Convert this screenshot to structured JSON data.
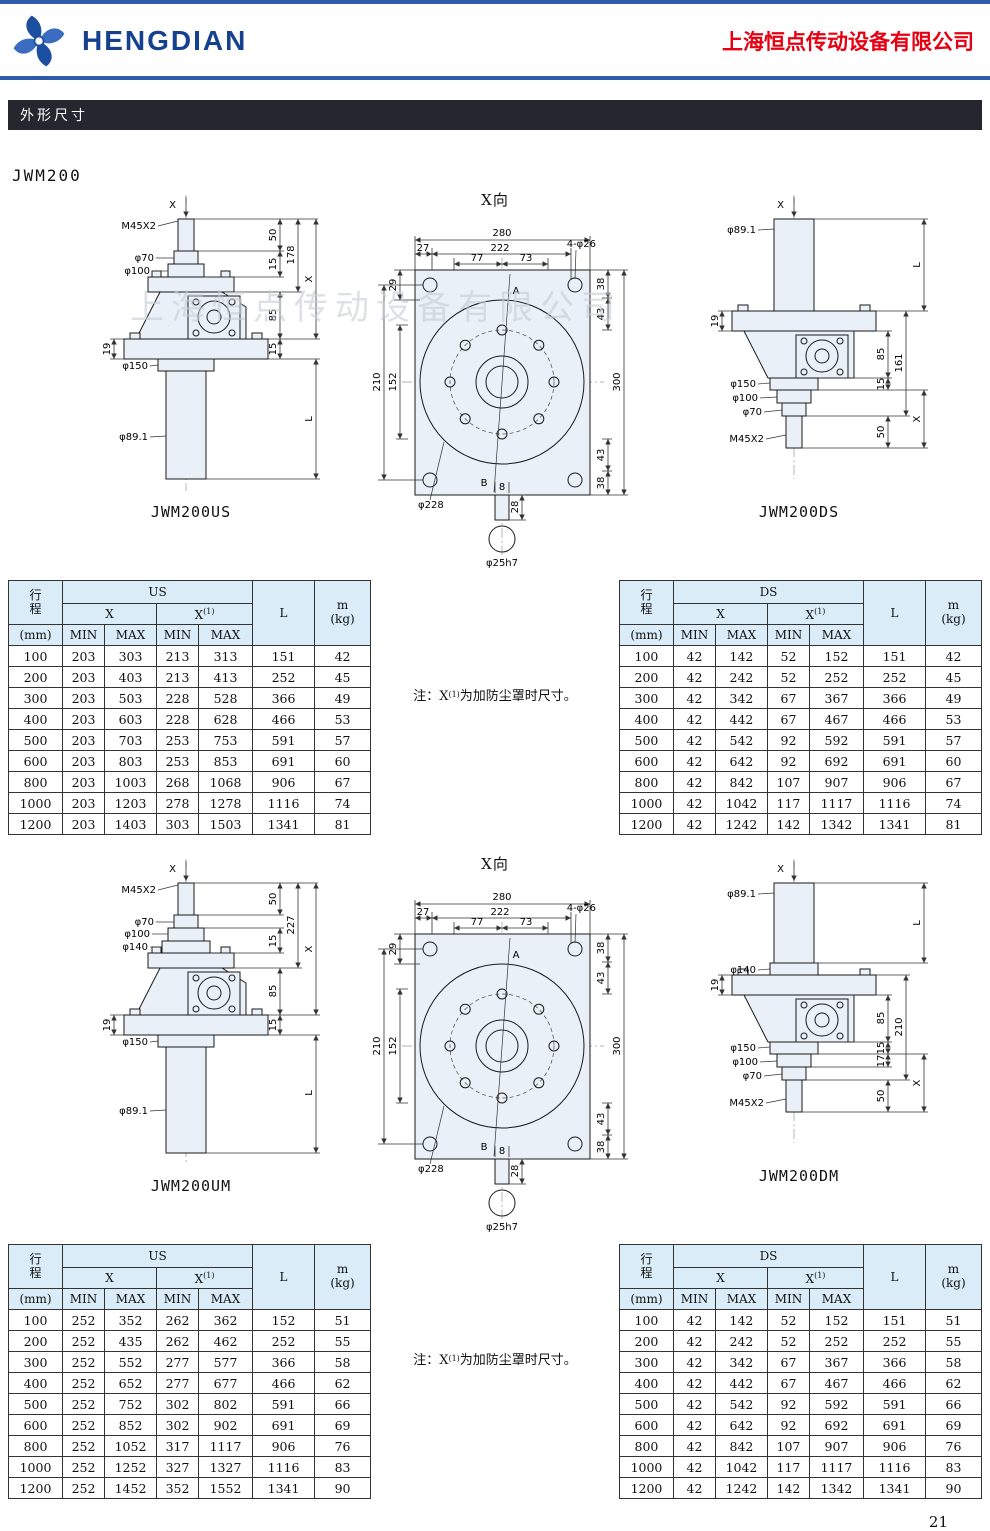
{
  "header": {
    "brand": "HENGDIAN",
    "company": "上海恒点传动设备有限公司"
  },
  "section_title": "外形尺寸",
  "model": "JWM200",
  "watermark": "上海恒点传动设备有限公司",
  "page_number": "21",
  "note": {
    "p1": "注：X",
    "sup": "(1)",
    "p2": "为加防尘罩时尺寸。"
  },
  "table_head": {
    "stroke": "行\n程",
    "unit": "(mm)",
    "us": "US",
    "ds": "DS",
    "x": "X",
    "x1_base": "X",
    "x1_sup": "(1)",
    "min": "MIN",
    "max": "MAX",
    "L": "L",
    "m": "m\n(kg)"
  },
  "tables": {
    "us1": [
      [
        100,
        203,
        303,
        213,
        313,
        151,
        42
      ],
      [
        200,
        203,
        403,
        213,
        413,
        252,
        45
      ],
      [
        300,
        203,
        503,
        228,
        528,
        366,
        49
      ],
      [
        400,
        203,
        603,
        228,
        628,
        466,
        53
      ],
      [
        500,
        203,
        703,
        253,
        753,
        591,
        57
      ],
      [
        600,
        203,
        803,
        253,
        853,
        691,
        60
      ],
      [
        800,
        203,
        1003,
        268,
        1068,
        906,
        67
      ],
      [
        1000,
        203,
        1203,
        278,
        1278,
        1116,
        74
      ],
      [
        1200,
        203,
        1403,
        303,
        1503,
        1341,
        81
      ]
    ],
    "ds1": [
      [
        100,
        42,
        142,
        52,
        152,
        151,
        42
      ],
      [
        200,
        42,
        242,
        52,
        252,
        252,
        45
      ],
      [
        300,
        42,
        342,
        67,
        367,
        366,
        49
      ],
      [
        400,
        42,
        442,
        67,
        467,
        466,
        53
      ],
      [
        500,
        42,
        542,
        92,
        592,
        591,
        57
      ],
      [
        600,
        42,
        642,
        92,
        692,
        691,
        60
      ],
      [
        800,
        42,
        842,
        107,
        907,
        906,
        67
      ],
      [
        1000,
        42,
        1042,
        117,
        1117,
        1116,
        74
      ],
      [
        1200,
        42,
        1242,
        142,
        1342,
        1341,
        81
      ]
    ],
    "us2": [
      [
        100,
        252,
        352,
        262,
        362,
        152,
        51
      ],
      [
        200,
        252,
        435,
        262,
        462,
        252,
        55
      ],
      [
        300,
        252,
        552,
        277,
        577,
        366,
        58
      ],
      [
        400,
        252,
        652,
        277,
        677,
        466,
        62
      ],
      [
        500,
        252,
        752,
        302,
        802,
        591,
        66
      ],
      [
        600,
        252,
        852,
        302,
        902,
        691,
        69
      ],
      [
        800,
        252,
        1052,
        317,
        1117,
        906,
        76
      ],
      [
        1000,
        252,
        1252,
        327,
        1327,
        1116,
        83
      ],
      [
        1200,
        252,
        1452,
        352,
        1552,
        1341,
        90
      ]
    ],
    "ds2": [
      [
        100,
        42,
        142,
        52,
        152,
        151,
        51
      ],
      [
        200,
        42,
        242,
        52,
        252,
        252,
        55
      ],
      [
        300,
        42,
        342,
        67,
        367,
        366,
        58
      ],
      [
        400,
        42,
        442,
        67,
        467,
        466,
        62
      ],
      [
        500,
        42,
        542,
        92,
        592,
        591,
        66
      ],
      [
        600,
        42,
        642,
        92,
        692,
        691,
        69
      ],
      [
        800,
        42,
        842,
        107,
        907,
        906,
        76
      ],
      [
        1000,
        42,
        1042,
        117,
        1117,
        1116,
        83
      ],
      [
        1200,
        42,
        1242,
        142,
        1342,
        1341,
        90
      ]
    ]
  },
  "xview": {
    "caption": "X向",
    "d280": "280",
    "d27": "27",
    "d222": "222",
    "d77": "77",
    "d73": "73",
    "holes": "4-φ26",
    "A": "A",
    "B": "B",
    "d29": "29",
    "d210": "210",
    "d152": "152",
    "d300": "300",
    "d38t": "38",
    "d43t": "43",
    "d38b": "38",
    "d43b": "43",
    "d228": "φ228",
    "d8": "8",
    "d28": "28",
    "d25": "φ25h7"
  },
  "jack_us": {
    "caption": "JWM200US",
    "xtop": "X",
    "thread": "M45X2",
    "d70": "φ70",
    "d100": "φ100",
    "d150": "φ150",
    "d89": "φ89.1",
    "dim50": "50",
    "dim15a": "15",
    "height": "178",
    "dimx": "X",
    "dim85": "85",
    "dim19": "19",
    "dim15b": "15",
    "dimL": "L"
  },
  "jack_ds": {
    "caption": "JWM200DS",
    "xtop": "X",
    "d89": "φ89.1",
    "dimL": "L",
    "height": "161",
    "dim85": "85",
    "dim19": "19",
    "d150": "φ150",
    "d100": "φ100",
    "dim15": "15",
    "dimx": "X",
    "d70": "φ70",
    "thread": "M45X2",
    "dim50": "50"
  },
  "jack_um": {
    "caption": "JWM200UM",
    "xtop": "X",
    "thread": "M45X2",
    "d70": "φ70",
    "d100": "φ100",
    "d140": "φ140",
    "d150": "φ150",
    "d89": "φ89.1",
    "dim50": "50",
    "dim15a": "15",
    "height": "227",
    "dimx": "X",
    "dim85": "85",
    "dim19": "19",
    "dim15b": "15",
    "dimL": "L"
  },
  "jack_dm": {
    "caption": "JWM200DM",
    "xtop": "X",
    "d89": "φ89.1",
    "d140": "φ140",
    "dimL": "L",
    "height": "210",
    "dim85": "85",
    "dim19": "19",
    "d150": "φ150",
    "d100": "φ100",
    "dim15": "15",
    "dim17": "17",
    "dimx": "X",
    "d70": "φ70",
    "thread": "M45X2",
    "dim50": "50"
  }
}
